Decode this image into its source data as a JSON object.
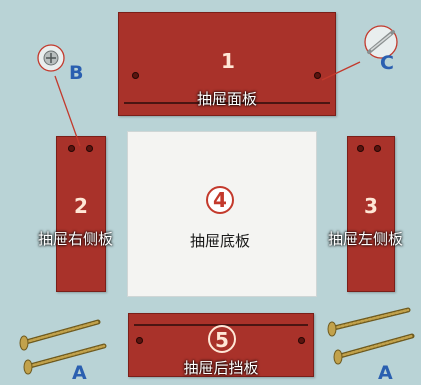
{
  "panels": {
    "front": {
      "number": "1",
      "label": "抽屉面板"
    },
    "right_side": {
      "number": "2",
      "label": "抽屉右侧板"
    },
    "left_side": {
      "number": "3",
      "label": "抽屉左侧板"
    },
    "bottom": {
      "number": "4",
      "label": "抽屉底板"
    },
    "back": {
      "number": "5",
      "label": "抽屉后挡板"
    }
  },
  "hardware_labels": {
    "B": "B",
    "C": "C",
    "A_left": "A",
    "A_right": "A"
  },
  "colors": {
    "panel": "#a9322a",
    "background": "#b9d3d6",
    "accent": "#c3392c",
    "letter": "#2a5fb0"
  },
  "icons": [
    "cam-lock-fitting-icon",
    "dowel-pin-icon",
    "screw-icon"
  ]
}
